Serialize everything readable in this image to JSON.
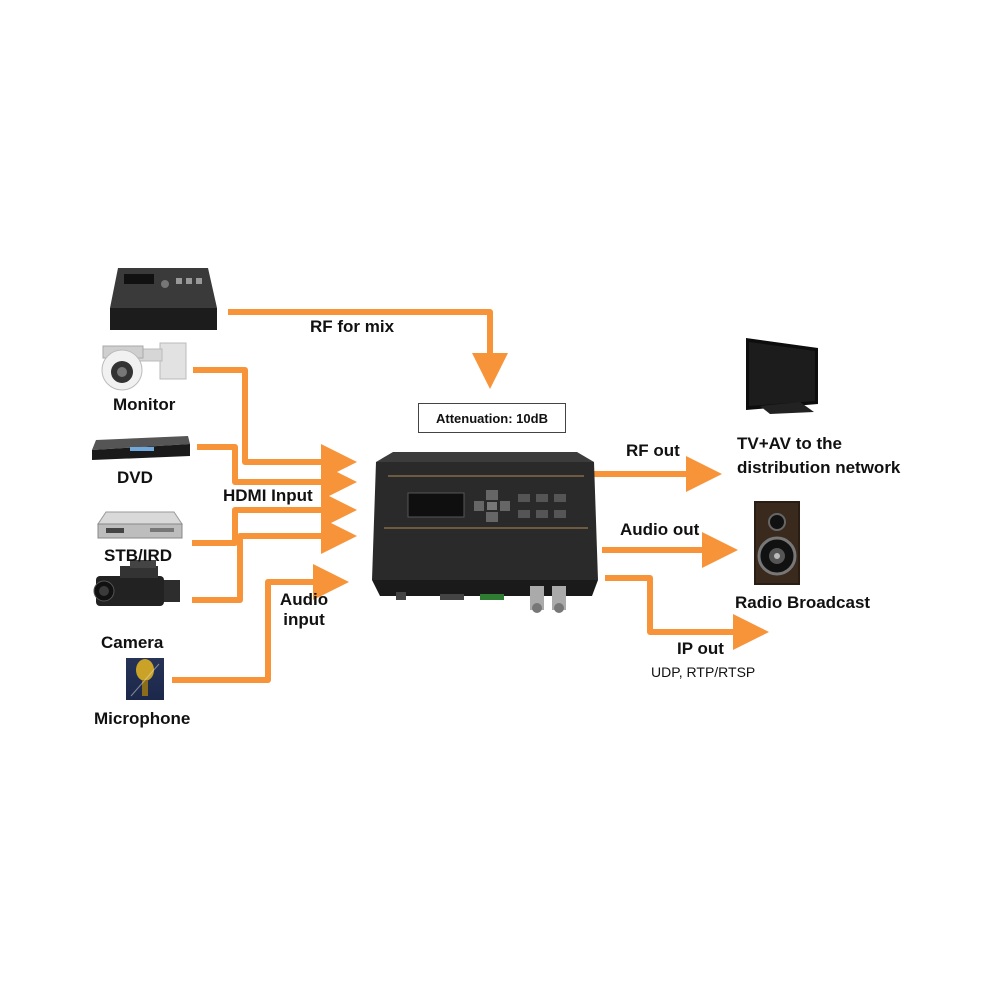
{
  "colors": {
    "arrow": "#F7943A",
    "device": "#2b2b2b",
    "text": "#111111"
  },
  "inputs": {
    "monitor": "Monitor",
    "dvd": "DVD",
    "stb": "STB/IRD",
    "camera": "Camera",
    "microphone": "Microphone"
  },
  "links": {
    "rf_for_mix": "RF for mix",
    "hdmi_input": "HDMI Input",
    "audio_input": "Audio\ninput",
    "attenuation": "Attenuation: 10dB"
  },
  "outputs": {
    "rf_out": "RF out",
    "audio_out": "Audio out",
    "ip_out": "IP out",
    "ip_protocols": "UDP, RTP/RTSP",
    "tv_av": "TV+AV to the\ndistribution network",
    "radio": "Radio Broadcast"
  },
  "icons": [
    "modulator-device-icon",
    "dome-camera-icon",
    "dvd-player-icon",
    "set-top-box-icon",
    "camcorder-icon",
    "microphone-icon",
    "encoder-modulator-icon",
    "tv-icon",
    "speaker-icon"
  ]
}
